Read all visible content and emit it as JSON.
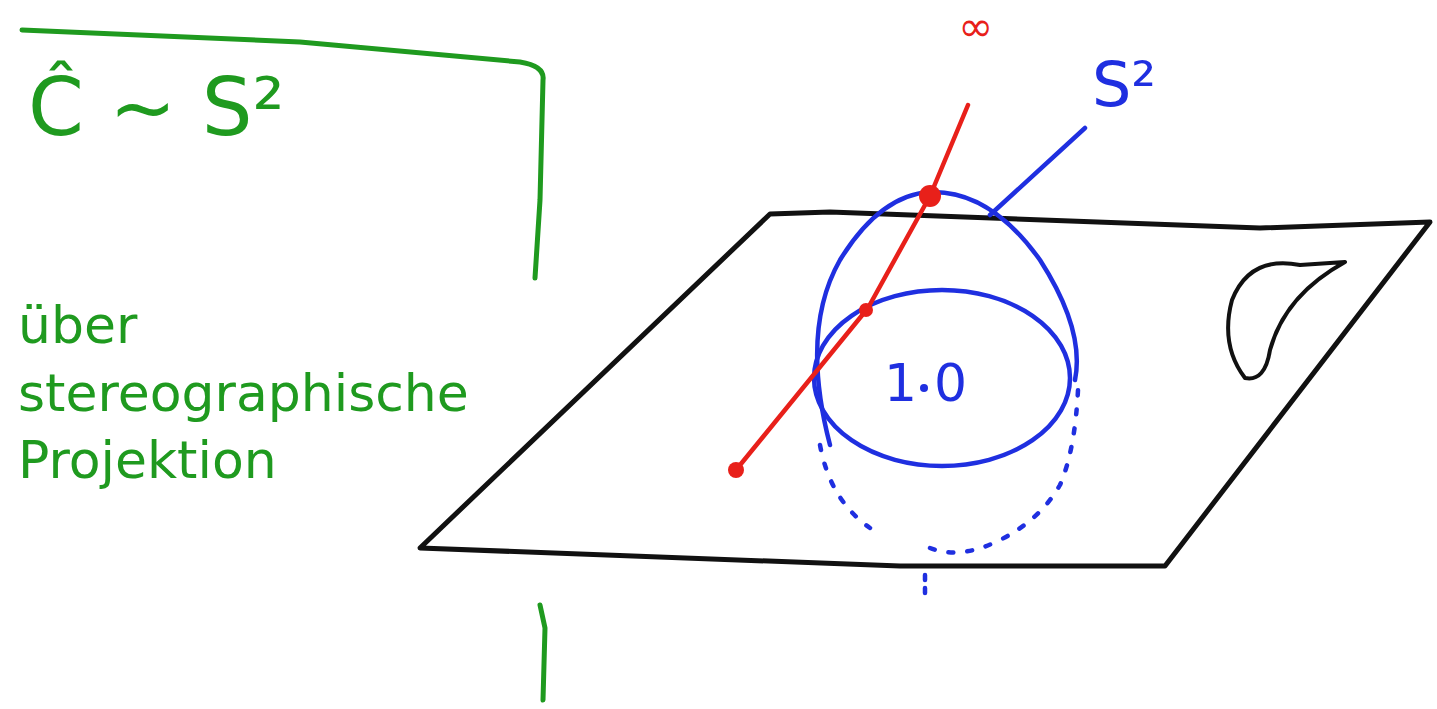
{
  "diagram": {
    "labels": [
      "Ĉ ~ S²",
      "über stereographische Projektion",
      "∞",
      "S²",
      "1",
      "0"
    ]
  }
}
